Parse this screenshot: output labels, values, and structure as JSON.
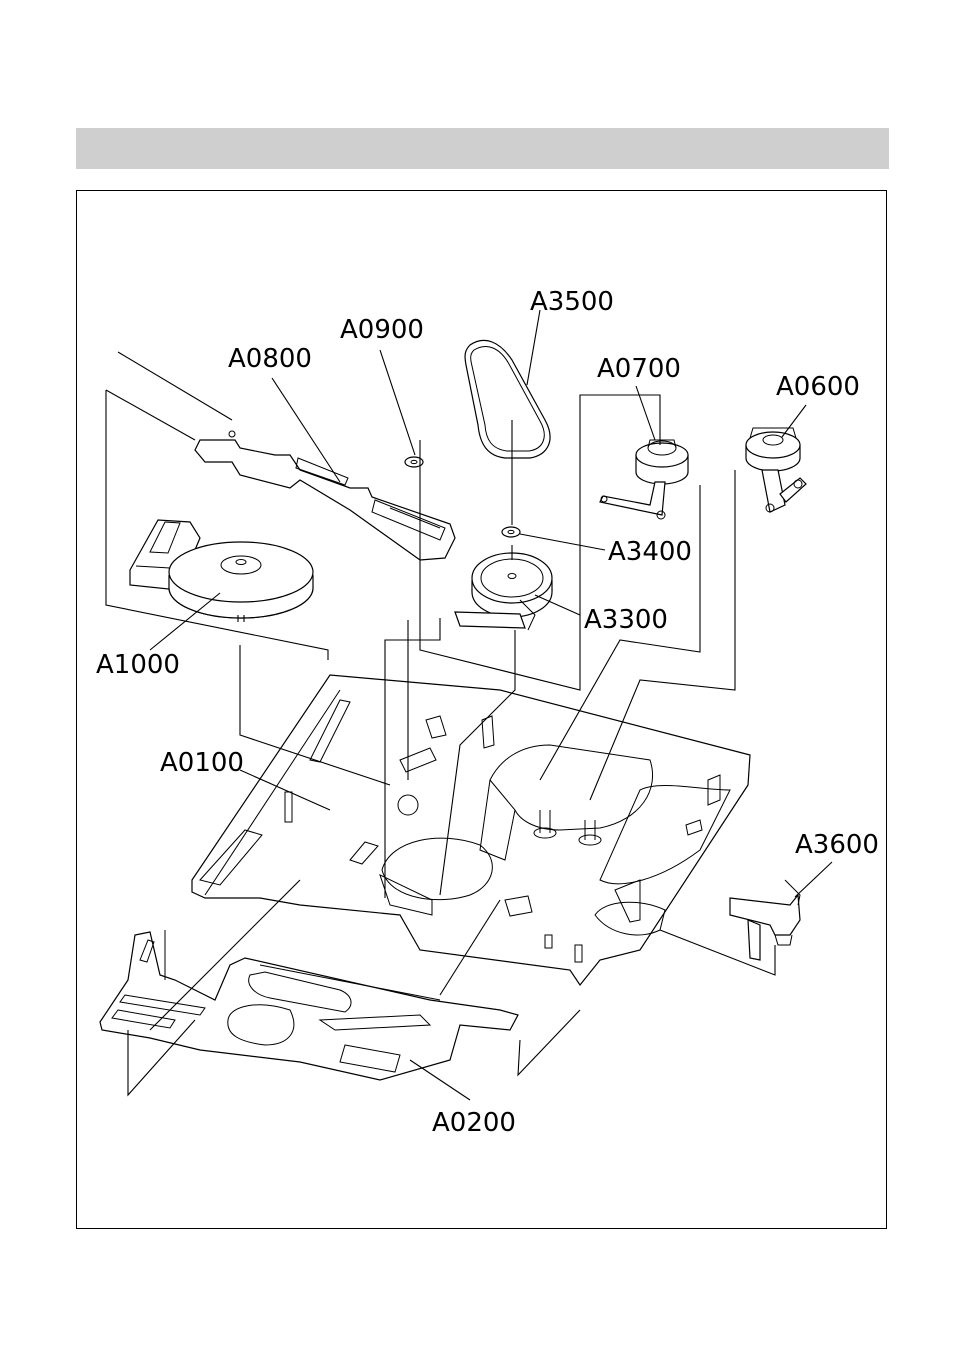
{
  "header": {
    "title": ""
  },
  "labels": {
    "a3500": "A3500",
    "a0900": "A0900",
    "a0800": "A0800",
    "a0700": "A0700",
    "a0600": "A0600",
    "a3400": "A3400",
    "a3300": "A3300",
    "a1000": "A1000",
    "a0100": "A0100",
    "a3600": "A3600",
    "a0200": "A0200"
  },
  "colors": {
    "header_bar": "#cfcfcf",
    "line": "#000000",
    "background": "#ffffff"
  }
}
